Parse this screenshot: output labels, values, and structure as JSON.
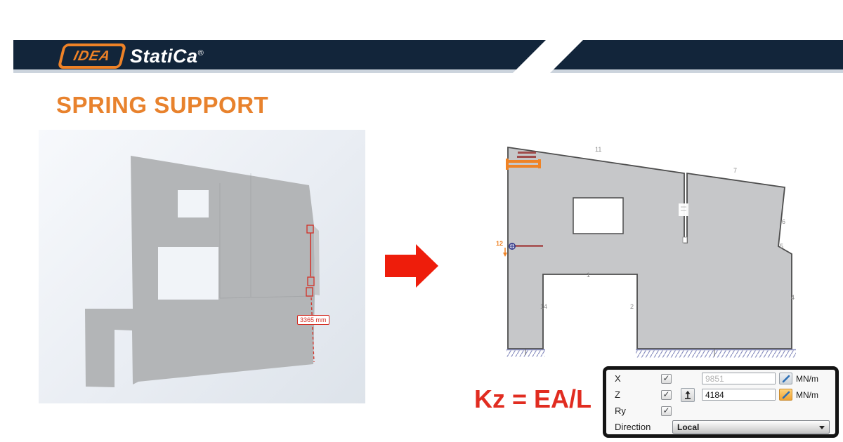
{
  "header": {
    "brand_primary": "IDEA",
    "brand_secondary": "StatiCa",
    "registered_mark": "®"
  },
  "title": "SPRING SUPPORT",
  "left_view": {
    "dimension_label": "3365 mm"
  },
  "right_view": {
    "edge_labels": [
      {
        "text": "11"
      },
      {
        "text": "7"
      },
      {
        "text": "6"
      },
      {
        "text": "5"
      },
      {
        "text": "4"
      },
      {
        "text": "1"
      },
      {
        "text": "2"
      },
      {
        "text": "14"
      }
    ],
    "node_label": "12"
  },
  "formula": "Kz = EA/L",
  "properties_panel": {
    "checkmark": "✓",
    "rows": {
      "x": {
        "label": "X",
        "checked": true,
        "value": "9851",
        "unit": "MN/m"
      },
      "z": {
        "label": "Z",
        "checked": true,
        "value": "4184",
        "unit": "MN/m"
      },
      "ry": {
        "label": "Ry",
        "checked": true
      },
      "direction": {
        "label": "Direction",
        "value": "Local"
      }
    }
  },
  "colors": {
    "header_navy": "#12253a",
    "accent_orange": "#ee8227",
    "title_orange": "#e8822d",
    "arrow_red": "#ee1d0b",
    "formula_red": "#e12c20",
    "dimension_red": "#d42f25",
    "support_hatch_blue": "#8a8fc0"
  }
}
